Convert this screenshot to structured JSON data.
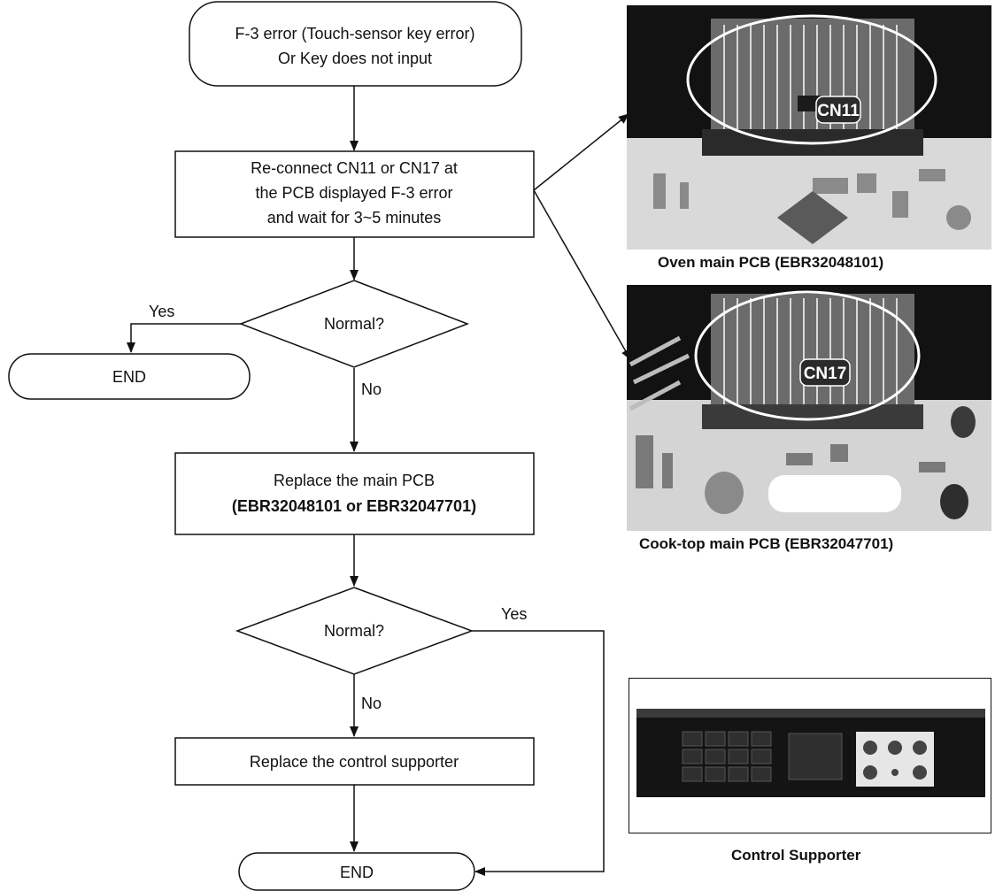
{
  "flow": {
    "start": {
      "line1": "F-3 error (Touch-sensor key error)",
      "line2": "Or Key does not input"
    },
    "step1": {
      "line1": "Re-connect CN11 or CN17 at",
      "line2": "the PCB displayed F-3 error",
      "line3": "and wait for 3~5 minutes"
    },
    "decision1": {
      "label": "Normal?",
      "yes": "Yes",
      "no": "No"
    },
    "end1": "END",
    "step2": {
      "line1": "Replace the main PCB",
      "line2": "(EBR32048101 or EBR32047701)"
    },
    "decision2": {
      "label": "Normal?",
      "yes": "Yes",
      "no": "No"
    },
    "step3": "Replace the control supporter",
    "end2": "END"
  },
  "photos": {
    "oven": {
      "tag": "CN11",
      "caption": "Oven main PCB (EBR32048101)"
    },
    "cooktop": {
      "tag": "CN17",
      "caption": "Cook-top main PCB (EBR32047701)"
    },
    "supporter": {
      "caption": "Control Supporter"
    }
  }
}
